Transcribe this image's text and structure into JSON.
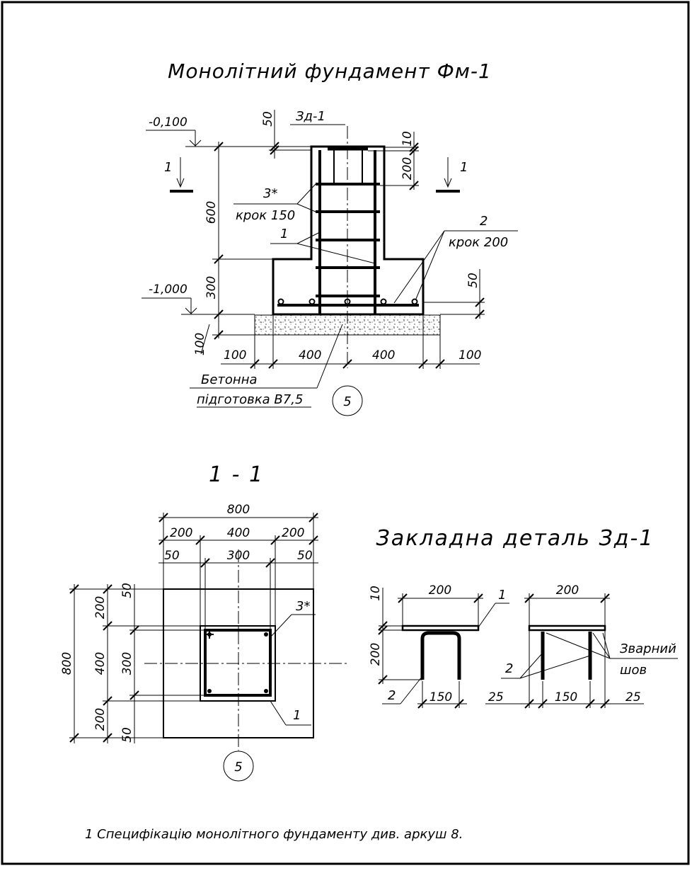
{
  "title": "Монолітний фундамент Фм-1",
  "section_title": "1 - 1",
  "detail_title": "Закладна деталь Зд-1",
  "footnote": "1 Специфікацію монолітного фундаменту див. аркуш 8.",
  "elevation": {
    "top": "-0,100",
    "bottom": "-1,000"
  },
  "section_mark": "1",
  "axis_label": "5",
  "elevation_view": {
    "embed_label": "Зд-1",
    "stirrup_label": "3*",
    "stirrup_step": "крок 150",
    "rebar_label_1": "1",
    "rebar_label_2": "2",
    "rebar_step_2": "крок 200",
    "concrete_prep_line1": "Бетонна",
    "concrete_prep_line2": "підготовка В7,5",
    "dims": {
      "d50_top": "50",
      "d10": "10",
      "d200": "200",
      "d600": "600",
      "d300": "300",
      "d50_right": "50",
      "d100_left": "100",
      "b100_left": "100",
      "b400_left": "400",
      "b400_right": "400",
      "b100_right": "100"
    }
  },
  "plan_view": {
    "dims": {
      "top_800": "800",
      "top_200_l": "200",
      "top_400": "400",
      "top_200_r": "200",
      "top_50_l": "50",
      "top_300": "300",
      "top_50_r": "50",
      "left_800": "800",
      "left_50_t": "50",
      "left_200_t": "200",
      "left_400": "400",
      "left_300": "300",
      "left_200_b": "200",
      "left_50_b": "50"
    },
    "label_stirrup": "3*",
    "label_rebar": "1"
  },
  "detail_view": {
    "d10": "10",
    "d200_w_left": "200",
    "d200_h": "200",
    "d150_left": "150",
    "d200_w_right": "200",
    "d25_l": "25",
    "d150_right": "150",
    "d25_r": "25",
    "label_1": "1",
    "label_2_left": "2",
    "label_2_right": "2",
    "weld_line1": "Зварний",
    "weld_line2": "шов"
  }
}
